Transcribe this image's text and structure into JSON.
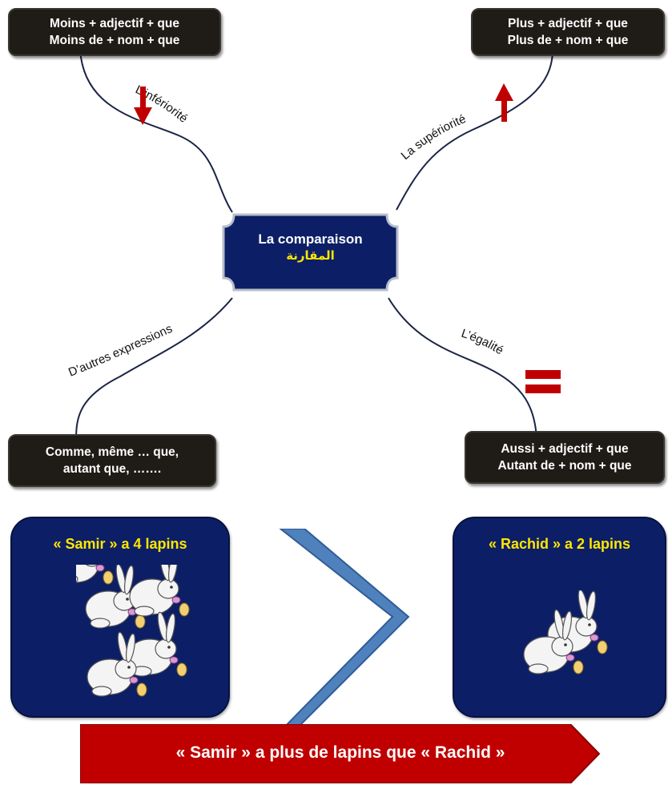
{
  "mindmap": {
    "center": {
      "title": "La comparaison",
      "arabic": "المقارنة"
    },
    "branches": {
      "inferiority": {
        "label": "L’infériorité",
        "line1": "Moins + adjectif + que",
        "line2": "Moins de + nom + que"
      },
      "superiority": {
        "label": "La supériorité",
        "line1": "Plus + adjectif + que",
        "line2": "Plus de + nom + que"
      },
      "other": {
        "label": "D’autres expressions",
        "line1": "Comme, même … que,",
        "line2": "autant que, ……."
      },
      "equality": {
        "label": "L’égalité",
        "line1": "Aussi + adjectif + que",
        "line2": "Autant de + nom + que"
      }
    },
    "colors": {
      "box": "#1f1b17",
      "center": "#0c1f66",
      "accent_red": "#c00000",
      "arabic_text": "#ffe600"
    }
  },
  "example": {
    "left_panel": {
      "title": "« Samir » a 4 lapins",
      "rabbits": 4
    },
    "right_panel": {
      "title": "« Rachid » a 2 lapins",
      "rabbits": 2
    },
    "comparison_icon": "greater-than-chevron",
    "conclusion": "« Samir » a plus de lapins que « Rachid »",
    "colors": {
      "panel": "#0c1f66",
      "title": "#ffe600",
      "chevron": "#4f81bd",
      "banner": "#c00000"
    }
  }
}
